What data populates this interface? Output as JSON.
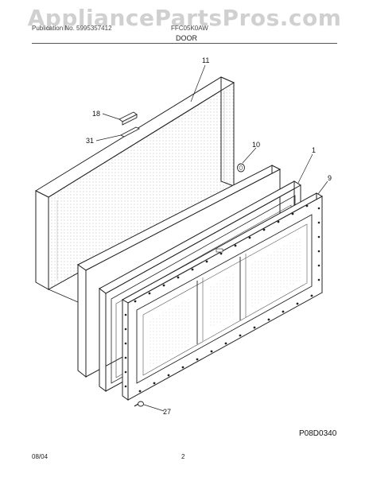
{
  "watermark": "AppliancePartsPros.com",
  "header": {
    "left_text": "Publication No. 5995357412",
    "model_text": "FFC05K0AW",
    "section_title": "DOOR"
  },
  "callouts": {
    "c11": "11",
    "c18": "18",
    "c31": "31",
    "c10": "10",
    "c1": "1",
    "c9": "9",
    "c27": "27"
  },
  "figure_id": "P08D0340",
  "footer": {
    "date": "08/04",
    "page": "2"
  }
}
